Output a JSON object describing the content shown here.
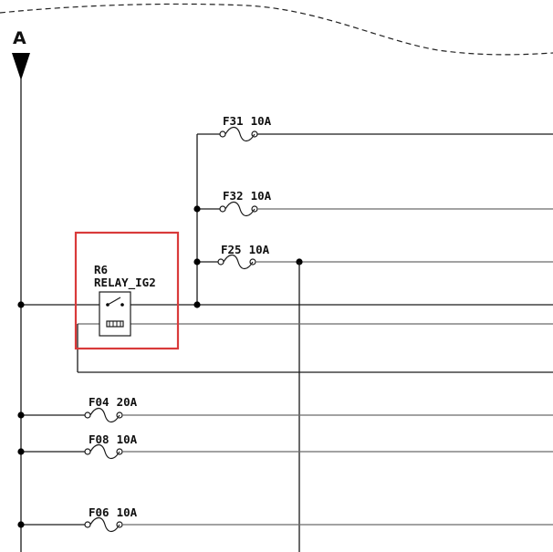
{
  "bus": {
    "label": "A"
  },
  "relay": {
    "id": "R6",
    "name": "RELAY_IG2"
  },
  "fuses": [
    {
      "id": "F31",
      "rating": "10A"
    },
    {
      "id": "F32",
      "rating": "10A"
    },
    {
      "id": "F25",
      "rating": "10A"
    },
    {
      "id": "F04",
      "rating": "20A"
    },
    {
      "id": "F08",
      "rating": "10A"
    },
    {
      "id": "F06",
      "rating": "10A"
    }
  ],
  "colors": {
    "highlight": "#d93a3a",
    "wire": "#1a1a1a"
  }
}
